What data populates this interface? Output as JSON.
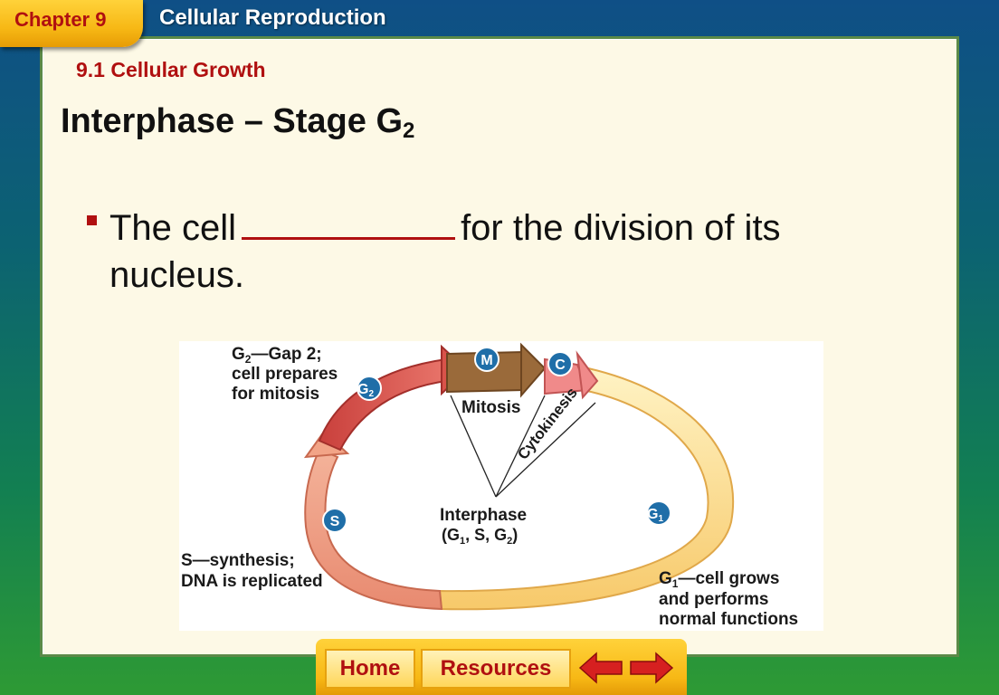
{
  "header": {
    "chapter_label": "Chapter 9",
    "chapter_title": "Cellular Reproduction"
  },
  "slide": {
    "section": "9.1 Cellular Growth",
    "title_main": "Interphase – Stage G",
    "title_sub": "2",
    "bullet_before": "The cell",
    "bullet_after": "for the division of its nucleus."
  },
  "diagram": {
    "phases": {
      "M": "M",
      "C": "C",
      "G2": "G",
      "G2_sub": "2",
      "S": "S",
      "G1": "G",
      "G1_sub": "1"
    },
    "mitosis": "Mitosis",
    "cytokinesis": "Cytokinesis",
    "interphase": "Interphase",
    "interphase_detail": {
      "open": "(G",
      "sub1": "1",
      "mid": ", S, G",
      "sub2": "2",
      "close": ")"
    },
    "g2_label": {
      "line1_g": "G",
      "line1_sub": "2",
      "line1_rest": "—Gap 2;",
      "line2": "cell prepares",
      "line3": "for mitosis"
    },
    "s_label": {
      "line1": "S—synthesis;",
      "line2": "DNA is replicated"
    },
    "g1_label": {
      "line1_g": "G",
      "line1_sub": "1",
      "line1_rest": "—cell grows",
      "line2": "and performs",
      "line3": "normal functions"
    },
    "colors": {
      "g2": "#d9534a",
      "mitosis": "#9a6a3a",
      "cytokinesis": "#f08a8a",
      "g1": "#fde39a",
      "s": "#f2a487",
      "badge": "#1f6ea8"
    }
  },
  "nav": {
    "home": "Home",
    "resources": "Resources",
    "back_icon": "left-arrow-icon",
    "forward_icon": "right-arrow-icon"
  }
}
